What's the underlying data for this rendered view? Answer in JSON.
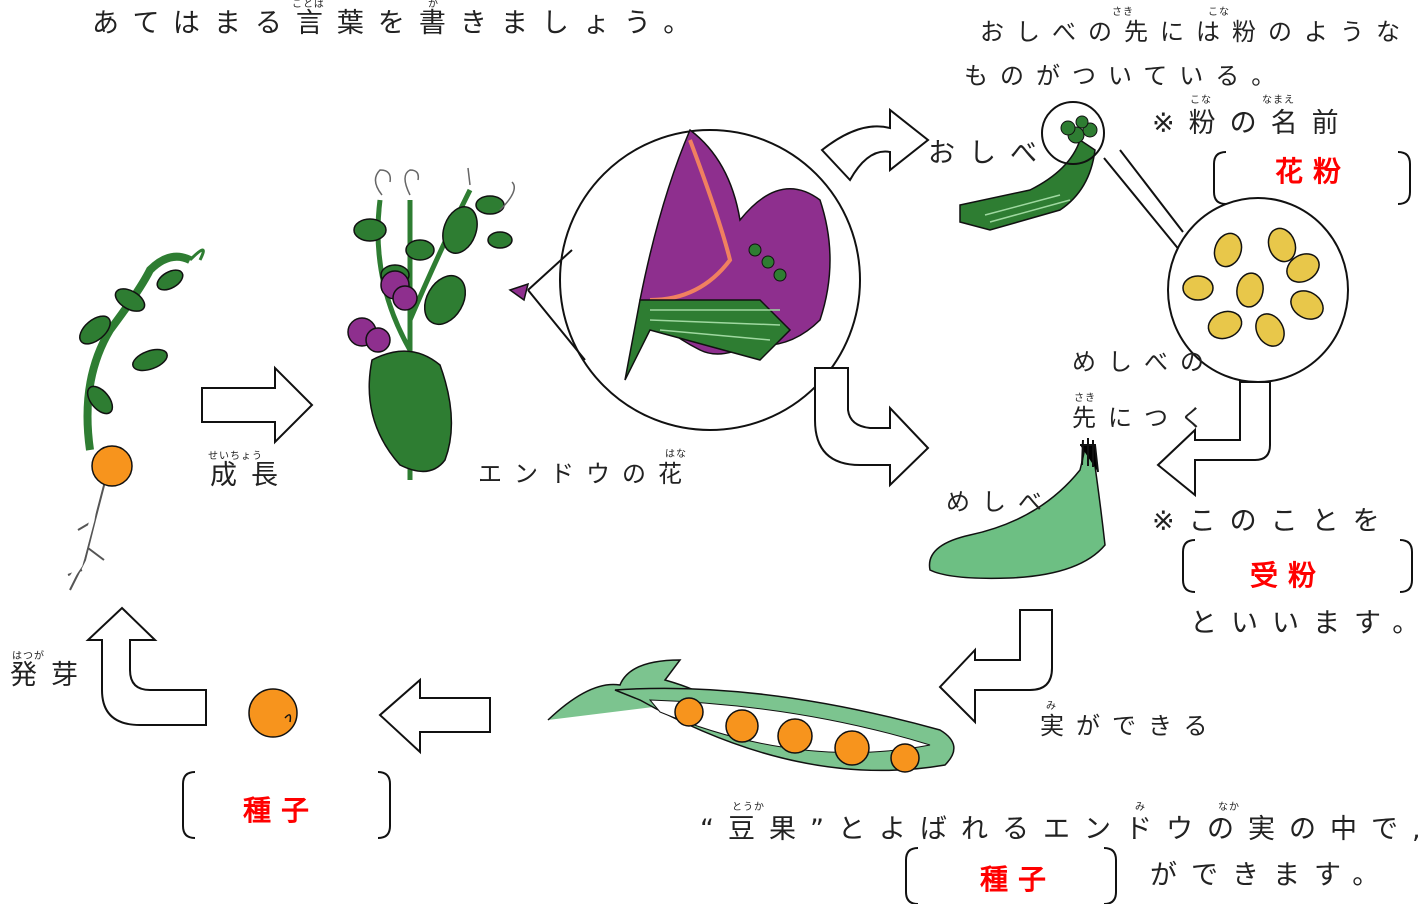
{
  "instruction": "あてはまる言葉を書きましょう。",
  "instruction_ruby": {
    "kotoba": "ことば",
    "kaki": "か"
  },
  "flower_label": "エンドウの花",
  "flower_ruby": "はな",
  "growth_label": "成長",
  "growth_ruby": "せいちょう",
  "germination_label": "発芽",
  "germination_ruby": "はつが",
  "stamen_label": "おしべ",
  "stamen_note_line1": "おしべの先には粉のような",
  "stamen_note_line2": "ものがついている。",
  "stamen_note_ruby": {
    "saki": "さき",
    "kona": "こな"
  },
  "powder_question": "※粉の名前",
  "powder_question_ruby": {
    "kona": "こな",
    "namae": "なまえ"
  },
  "powder_answer": "花粉",
  "pistil_tip_line1": "めしべの",
  "pistil_tip_line2": "先につく",
  "pistil_tip_ruby": "さき",
  "pistil_label": "めしべ",
  "pollination_question": "※このことを",
  "pollination_answer": "受粉",
  "pollination_tail": "といいます。",
  "fruit_label": "実ができる",
  "fruit_ruby": "み",
  "pod_sentence": "“豆果”とよばれるエンドウの実の中で,",
  "pod_sentence_ruby": {
    "touka": "とうか",
    "mi": "み",
    "naka": "なか"
  },
  "seed_sentence_tail": "ができます。",
  "seed_answer_inner": "種子",
  "seed_answer_left": "種子",
  "colors": {
    "answer": "#ff0000",
    "leaf": "#2e7d32",
    "flower": "#8e2f8e",
    "seed": "#f7941d",
    "pod": "#7cc48f",
    "pollen": "#e8c74a"
  }
}
